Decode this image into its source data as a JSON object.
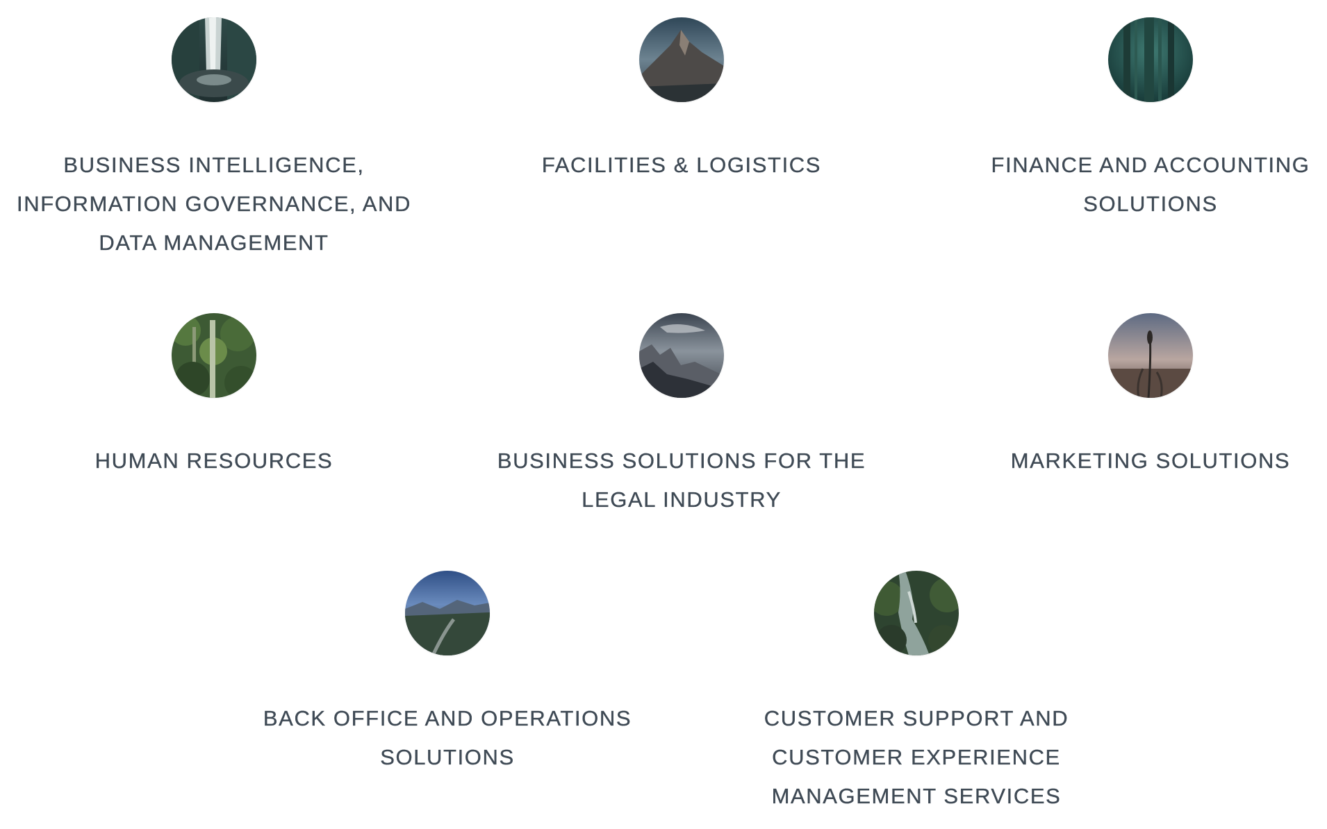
{
  "services": [
    {
      "label": "BUSINESS INTELLIGENCE,\nINFORMATION GOVERNANCE, AND\nDATA MANAGEMENT",
      "image": "waterfall-photo"
    },
    {
      "label": "FACILITIES & LOGISTICS",
      "image": "mountain-peak-photo"
    },
    {
      "label": "FINANCE AND ACCOUNTING\nSOLUTIONS",
      "image": "tall-forest-photo"
    },
    {
      "label": "HUMAN RESOURCES",
      "image": "green-forest-photo"
    },
    {
      "label": "BUSINESS SOLUTIONS FOR THE\nLEGAL INDUSTRY",
      "image": "rocky-ridge-photo"
    },
    {
      "label": "MARKETING SOLUTIONS",
      "image": "dusk-plant-photo"
    },
    {
      "label": "BACK OFFICE AND OPERATIONS\nSOLUTIONS",
      "image": "valley-river-photo"
    },
    {
      "label": "CUSTOMER SUPPORT AND\nCUSTOMER EXPERIENCE\nMANAGEMENT SERVICES",
      "image": "forest-stream-photo"
    }
  ],
  "colors": {
    "label_text": "#3f4a55",
    "background": "#ffffff"
  }
}
